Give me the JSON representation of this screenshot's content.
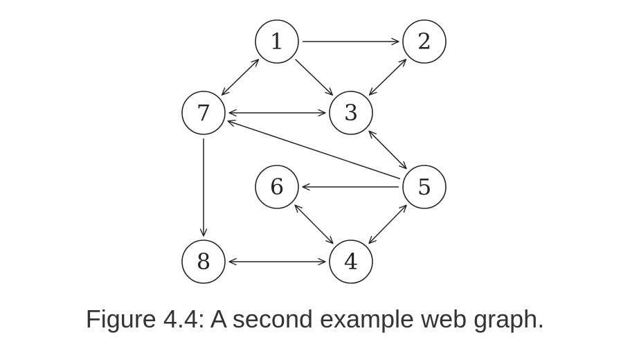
{
  "nodes": [
    {
      "id": "1",
      "label": "1"
    },
    {
      "id": "2",
      "label": "2"
    },
    {
      "id": "3",
      "label": "3"
    },
    {
      "id": "4",
      "label": "4"
    },
    {
      "id": "5",
      "label": "5"
    },
    {
      "id": "6",
      "label": "6"
    },
    {
      "id": "7",
      "label": "7"
    },
    {
      "id": "8",
      "label": "8"
    }
  ],
  "edges": [
    {
      "from": "1",
      "to": "2",
      "direction": "forward"
    },
    {
      "from": "1",
      "to": "3",
      "direction": "forward"
    },
    {
      "from": "1",
      "to": "7",
      "direction": "both"
    },
    {
      "from": "2",
      "to": "3",
      "direction": "both"
    },
    {
      "from": "7",
      "to": "3",
      "direction": "both"
    },
    {
      "from": "3",
      "to": "5",
      "direction": "both"
    },
    {
      "from": "5",
      "to": "7",
      "direction": "forward"
    },
    {
      "from": "5",
      "to": "6",
      "direction": "forward"
    },
    {
      "from": "5",
      "to": "4",
      "direction": "both"
    },
    {
      "from": "6",
      "to": "4",
      "direction": "both"
    },
    {
      "from": "7",
      "to": "8",
      "direction": "forward"
    },
    {
      "from": "8",
      "to": "4",
      "direction": "both"
    }
  ],
  "caption": "Figure 4.4: A second example web graph.",
  "colors": {
    "stroke": "#222222",
    "caption_text": "#333333",
    "background": "#ffffff"
  }
}
